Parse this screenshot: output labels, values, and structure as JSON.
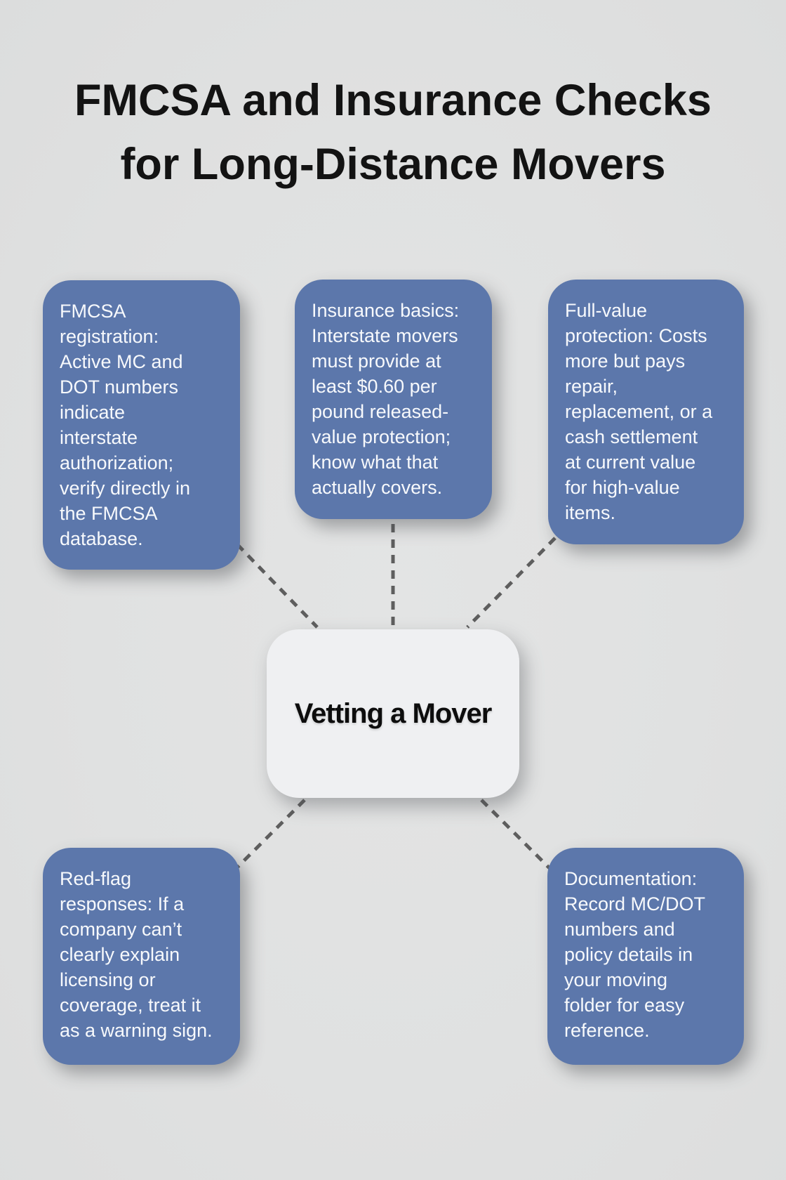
{
  "title": {
    "line1": "FMCSA and Insurance Checks",
    "line2": "for Long-Distance Movers"
  },
  "center": {
    "label": "Vetting a Mover"
  },
  "nodes": [
    {
      "id": "fmcsa-registration",
      "text": "FMCSA registration: Active MC and DOT numbers indicate interstate authorization; verify directly in the FMCSA database.",
      "lines": [
        "FMCSA",
        "registration:",
        "Active MC and",
        "DOT numbers",
        "indicate",
        "interstate",
        "authorization;",
        "verify directly in",
        "the FMCSA",
        "database."
      ]
    },
    {
      "id": "insurance-basics",
      "text": "Insurance basics: Interstate movers must provide at least $0.60 per pound released-value protection; know what that actually covers.",
      "lines": [
        "Insurance basics:",
        "Interstate movers",
        "must provide at",
        "least $0.60 per",
        "pound released-",
        "value protection;",
        "know what that",
        "actually covers."
      ]
    },
    {
      "id": "full-value-protection",
      "text": "Full-value protection: Costs more but pays repair, replacement, or a cash settlement at current value for high-value items.",
      "lines": [
        "Full-value",
        "protection: Costs",
        "more but pays",
        "repair,",
        "replacement, or a",
        "cash settlement",
        "at current value",
        "for high-value",
        "items."
      ]
    },
    {
      "id": "red-flag-responses",
      "text": "Red-flag responses: If a company can’t clearly explain licensing or coverage, treat it as a warning sign.",
      "lines": [
        "Red-flag",
        "responses: If a",
        "company can’t",
        "clearly explain",
        "licensing or",
        "coverage, treat it",
        "as a warning sign."
      ]
    },
    {
      "id": "documentation",
      "text": "Documentation: Record MC/DOT numbers and policy details in your moving folder for easy reference.",
      "lines": [
        "Documentation:",
        "Record MC/DOT",
        "numbers and",
        "policy details in",
        "your moving",
        "folder for easy",
        "reference."
      ]
    }
  ],
  "colors": {
    "background": "#e0e1e1",
    "node_fill": "#5c77ab",
    "node_text": "#f7f9fc",
    "center_fill": "#eff0f2",
    "center_text": "#0d0d0d",
    "connector": "#5e5e5e",
    "title_text": "#131313"
  }
}
